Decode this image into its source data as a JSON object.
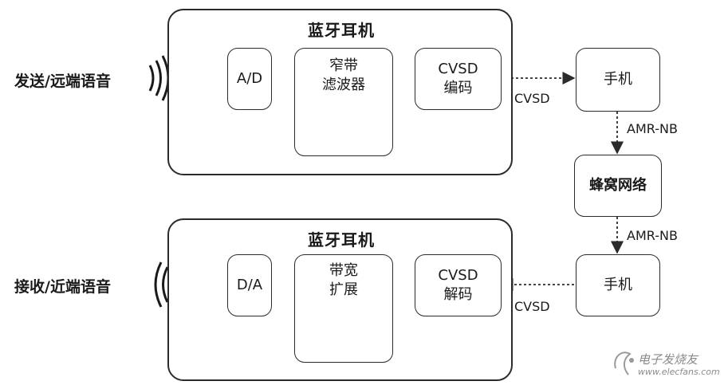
{
  "top": {
    "title": "蓝牙耳机",
    "side_label": "发送/远端语音",
    "ad_label": "A/D",
    "filter_line1": "窄带",
    "filter_line2": "滤波器",
    "codec_line1": "CVSD",
    "codec_line2": "编码"
  },
  "bottom": {
    "title": "蓝牙耳机",
    "side_label": "接收/近端语音",
    "da_label": "D/A",
    "expand_line1": "带宽",
    "expand_line2": "扩展",
    "codec_line1": "CVSD",
    "codec_line2": "解码"
  },
  "network": {
    "phone_top": "手机",
    "phone_bottom": "手机",
    "cellular": "蜂窝网络",
    "link_top": "CVSD",
    "link_bottom": "CVSD",
    "amr_top": "AMR-NB",
    "amr_bottom": "AMR-NB"
  },
  "watermark": {
    "cn": "电子发烧友",
    "url": "www.elecfans.com"
  }
}
